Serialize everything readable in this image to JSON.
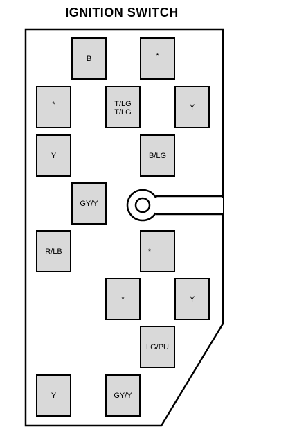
{
  "title": "IGNITION SWITCH",
  "terminals": {
    "top_center": "B",
    "top_right": "*",
    "row2_left": "*",
    "row2_center_line1": "T/LG",
    "row2_center_line2": "T/LG",
    "row2_right": "Y",
    "row3_left": "Y",
    "row3_right": "B/LG",
    "mid_left": "GY/Y",
    "row5_left": "R/LB",
    "row5_right": "*",
    "row6_left": "*",
    "row6_right": "Y",
    "row7_center": "LG/PU",
    "bottom_left": "Y",
    "bottom_center": "GY/Y"
  }
}
